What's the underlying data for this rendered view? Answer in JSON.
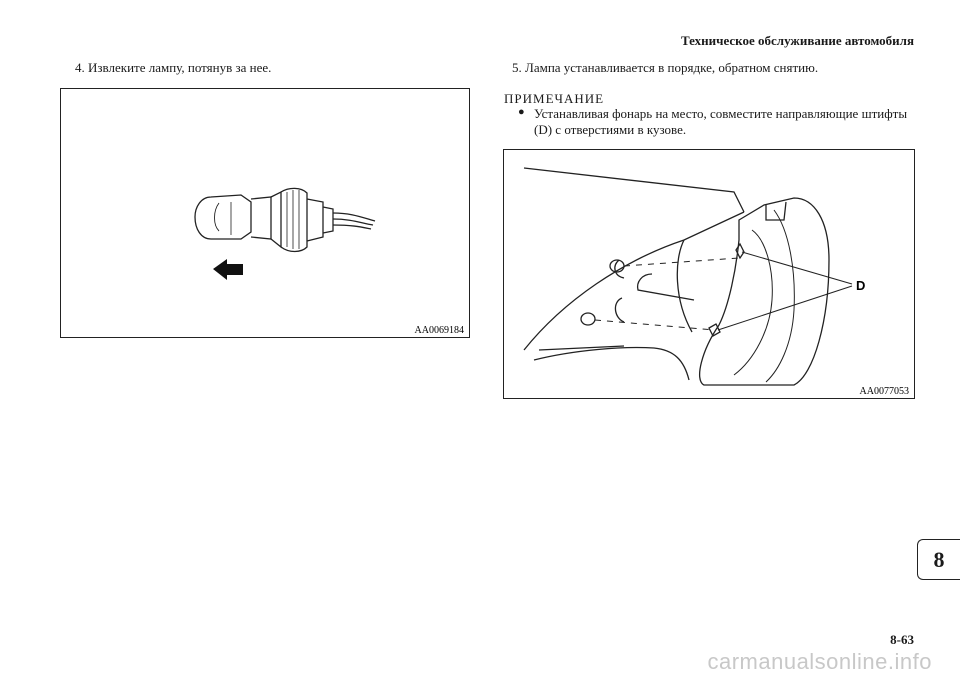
{
  "header": {
    "title": "Техническое обслуживание автомобиля"
  },
  "steps": {
    "step4": "4.  Извлеките лампу, потянув за нее.",
    "step5": "5.  Лампа устанавливается в порядке, обратном снятию."
  },
  "note": {
    "title": "ПРИМЕЧАНИЕ",
    "bullet": "●",
    "text": "Устанавливая фонарь на место, совместите направляющие штифты (D) с отверстиями в кузове."
  },
  "figure1": {
    "code": "AA0069184",
    "icon": "bulb-removal-illustration"
  },
  "figure2": {
    "code": "AA0077053",
    "label_d": "D",
    "icon": "tail-lamp-installation-illustration"
  },
  "chapter_tab": "8",
  "page_number": "8-63",
  "watermark": "carmanualsonline.info"
}
